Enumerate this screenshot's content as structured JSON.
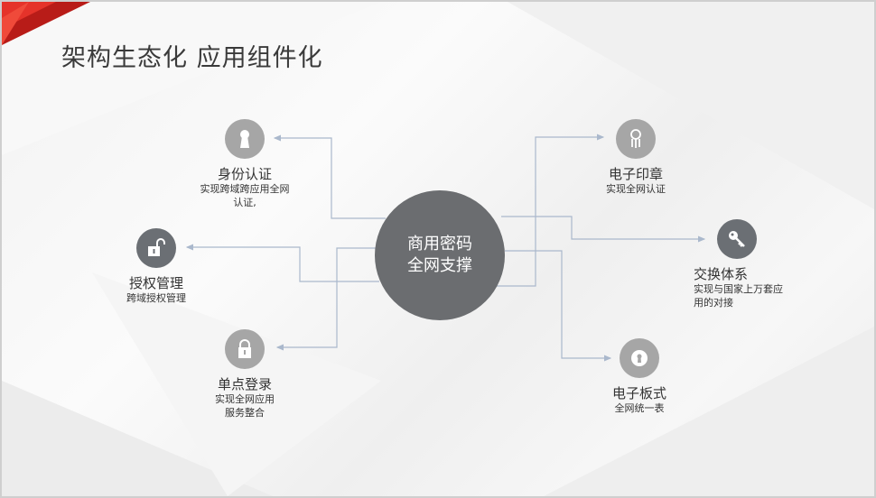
{
  "title": "架构生态化 应用组件化",
  "center": {
    "line1": "商用密码",
    "line2": "全网支撑"
  },
  "nodes": [
    {
      "label": "身份认证",
      "desc": [
        "实现跨域跨应用全网",
        "认证,"
      ],
      "icon": "keyhole-icon"
    },
    {
      "label": "授权管理",
      "desc": [
        "跨域授权管理"
      ],
      "icon": "unlock-icon"
    },
    {
      "label": "单点登录",
      "desc": [
        "实现全网应用",
        "服务整合"
      ],
      "icon": "lock-icon"
    },
    {
      "label": "电子印章",
      "desc": [
        "实现全网认证"
      ],
      "icon": "seal-icon"
    },
    {
      "label": "交换体系",
      "desc": [
        "实现与国家上万套应",
        "用的对接"
      ],
      "icon": "key-icon"
    },
    {
      "label": "电子板式",
      "desc": [
        "全网统一表"
      ],
      "icon": "keyhole-circle-icon"
    }
  ],
  "colors": {
    "accent": "#d0201b",
    "line": "#aab8cc",
    "dark": "#6b6f74",
    "light": "#a6a6a6"
  }
}
